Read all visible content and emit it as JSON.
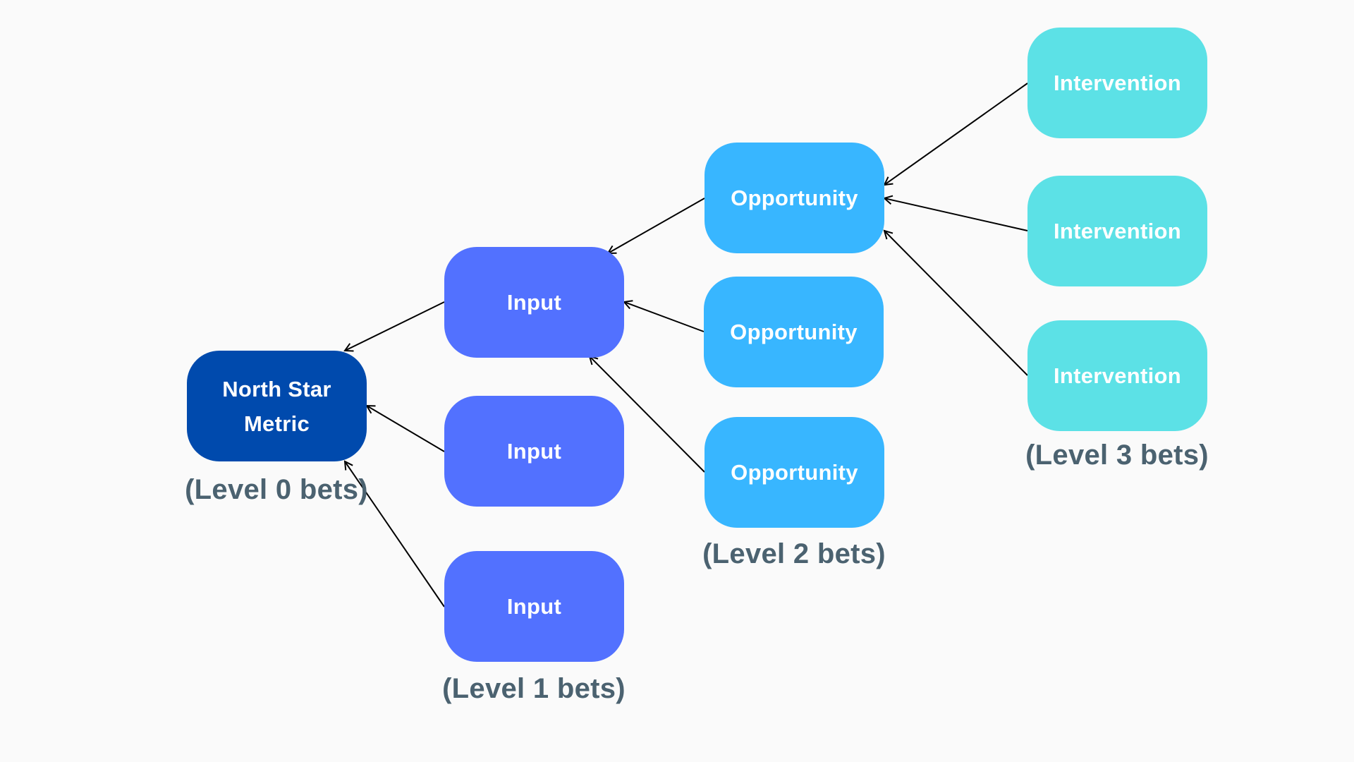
{
  "colors": {
    "background": "#fafafa",
    "level0": "#004aad",
    "level1": "#5271ff",
    "level2": "#38b6ff",
    "level3": "#5ce1e6",
    "caption": "#4b6270",
    "arrow": "#000000"
  },
  "levels": [
    {
      "id": "level-0",
      "caption": "(Level 0 bets)",
      "nodes": [
        {
          "id": "north-star",
          "label": "North Star\nMetric"
        }
      ]
    },
    {
      "id": "level-1",
      "caption": "(Level 1 bets)",
      "nodes": [
        {
          "id": "input-1",
          "label": "Input"
        },
        {
          "id": "input-2",
          "label": "Input"
        },
        {
          "id": "input-3",
          "label": "Input"
        }
      ]
    },
    {
      "id": "level-2",
      "caption": "(Level 2 bets)",
      "nodes": [
        {
          "id": "opportunity-1",
          "label": "Opportunity"
        },
        {
          "id": "opportunity-2",
          "label": "Opportunity"
        },
        {
          "id": "opportunity-3",
          "label": "Opportunity"
        }
      ]
    },
    {
      "id": "level-3",
      "caption": "(Level 3 bets)",
      "nodes": [
        {
          "id": "intervention-1",
          "label": "Intervention"
        },
        {
          "id": "intervention-2",
          "label": "Intervention"
        },
        {
          "id": "intervention-3",
          "label": "Intervention"
        }
      ]
    }
  ],
  "edges": [
    {
      "from": "input-1",
      "to": "north-star"
    },
    {
      "from": "input-2",
      "to": "north-star"
    },
    {
      "from": "input-3",
      "to": "north-star"
    },
    {
      "from": "opportunity-1",
      "to": "input-1"
    },
    {
      "from": "opportunity-2",
      "to": "input-1"
    },
    {
      "from": "opportunity-3",
      "to": "input-1"
    },
    {
      "from": "intervention-1",
      "to": "opportunity-1"
    },
    {
      "from": "intervention-2",
      "to": "opportunity-1"
    },
    {
      "from": "intervention-3",
      "to": "opportunity-1"
    }
  ]
}
